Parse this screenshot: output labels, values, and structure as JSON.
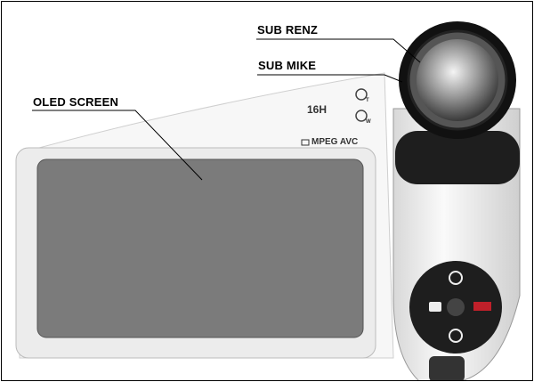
{
  "labels": {
    "sub_lens": "SUB RENZ",
    "sub_mic": "SUB MIKE",
    "oled_screen": "OLED SCREEN"
  },
  "device_markings": {
    "resolution_badge": "16H",
    "format_badge": "MPEG AVC",
    "zoom_in": "T",
    "zoom_out": "W"
  },
  "colors": {
    "screen": "#7b7b7b",
    "body": "#f2f2f2",
    "dark": "#1e1e1e",
    "accent": "#c0202a"
  }
}
